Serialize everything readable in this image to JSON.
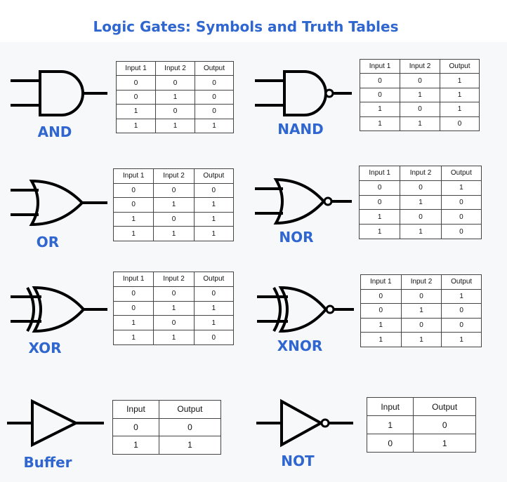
{
  "title": "Logic Gates: Symbols and Truth Tables",
  "colors": {
    "accent": "#2f66d0",
    "line": "#000000"
  },
  "gates": [
    {
      "id": "and",
      "name": "AND",
      "headers": [
        "Input 1",
        "Input 2",
        "Output"
      ],
      "rows": [
        [
          "0",
          "0",
          "0"
        ],
        [
          "0",
          "1",
          "0"
        ],
        [
          "1",
          "0",
          "0"
        ],
        [
          "1",
          "1",
          "1"
        ]
      ]
    },
    {
      "id": "nand",
      "name": "NAND",
      "headers": [
        "Input 1",
        "Input 2",
        "Output"
      ],
      "rows": [
        [
          "0",
          "0",
          "1"
        ],
        [
          "0",
          "1",
          "1"
        ],
        [
          "1",
          "0",
          "1"
        ],
        [
          "1",
          "1",
          "0"
        ]
      ]
    },
    {
      "id": "or",
      "name": "OR",
      "headers": [
        "Input 1",
        "Input 2",
        "Output"
      ],
      "rows": [
        [
          "0",
          "0",
          "0"
        ],
        [
          "0",
          "1",
          "1"
        ],
        [
          "1",
          "0",
          "1"
        ],
        [
          "1",
          "1",
          "1"
        ]
      ]
    },
    {
      "id": "nor",
      "name": "NOR",
      "headers": [
        "Input 1",
        "Input 2",
        "Output"
      ],
      "rows": [
        [
          "0",
          "0",
          "1"
        ],
        [
          "0",
          "1",
          "0"
        ],
        [
          "1",
          "0",
          "0"
        ],
        [
          "1",
          "1",
          "0"
        ]
      ]
    },
    {
      "id": "xor",
      "name": "XOR",
      "headers": [
        "Input 1",
        "Input 2",
        "Output"
      ],
      "rows": [
        [
          "0",
          "0",
          "0"
        ],
        [
          "0",
          "1",
          "1"
        ],
        [
          "1",
          "0",
          "1"
        ],
        [
          "1",
          "1",
          "0"
        ]
      ]
    },
    {
      "id": "xnor",
      "name": "XNOR",
      "headers": [
        "Input 1",
        "Input 2",
        "Output"
      ],
      "rows": [
        [
          "0",
          "0",
          "1"
        ],
        [
          "0",
          "1",
          "0"
        ],
        [
          "1",
          "0",
          "0"
        ],
        [
          "1",
          "1",
          "1"
        ]
      ]
    },
    {
      "id": "buffer",
      "name": "Buffer",
      "headers": [
        "Input",
        "Output"
      ],
      "rows": [
        [
          "0",
          "0"
        ],
        [
          "1",
          "1"
        ]
      ]
    },
    {
      "id": "not",
      "name": "NOT",
      "headers": [
        "Input",
        "Output"
      ],
      "rows": [
        [
          "1",
          "0"
        ],
        [
          "0",
          "1"
        ]
      ]
    }
  ]
}
